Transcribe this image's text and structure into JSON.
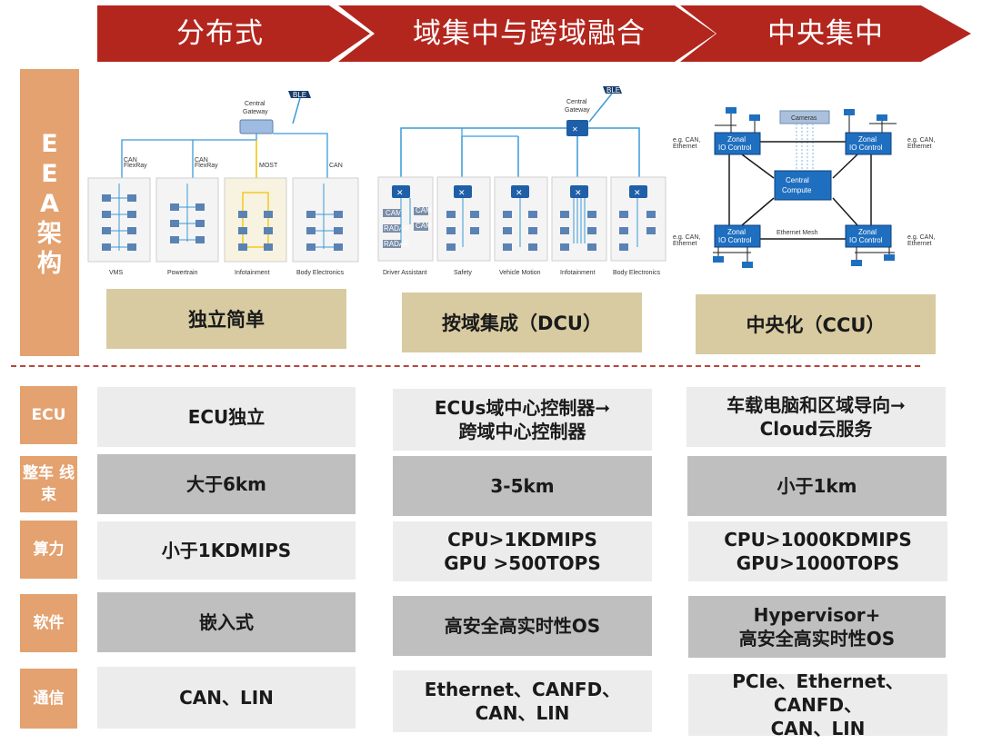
{
  "stages": [
    "分布式",
    "域集中与跨域融合",
    "中央集中"
  ],
  "eea_label": [
    "E",
    "E",
    "A",
    "架",
    "构"
  ],
  "architectures": [
    {
      "gateway": "Central\nGateway",
      "ble": "BLE",
      "bus_labels": [
        "CAN\nFlexRay",
        "CAN\nFlexRay",
        "MOST",
        "CAN"
      ],
      "domains": [
        "VMS",
        "Powertrain",
        "Infotainment",
        "Body Electronics"
      ]
    },
    {
      "gateway": "Central\nGateway",
      "ble": "BLE",
      "zones": [
        "Driver Assistant",
        "Safety",
        "Vehicle Motion",
        "Infotainment",
        "Body Electronics"
      ],
      "node_labels": [
        "CAM",
        "CAM",
        "RADAR",
        "CAM",
        "RADAR"
      ]
    },
    {
      "cameras": "Cameras",
      "central": "Central\nCompute",
      "zonal": "Zonal\nIO Control",
      "mesh": "Ethernet Mesh",
      "side_note": "e.g. CAN,\nEthernet"
    }
  ],
  "summaries": [
    "独立简单",
    "按域集成（DCU）",
    "中央化（CCU）"
  ],
  "rows": [
    {
      "label": "ECU",
      "cells": [
        "ECU独立",
        "ECUs域中心控制器➞\n跨域中心控制器",
        "车载电脑和区域导向➞\nCloud云服务"
      ]
    },
    {
      "label": "整车\n线束",
      "cells": [
        "大于6km",
        "3-5km",
        "小于1km"
      ]
    },
    {
      "label": "算力",
      "cells": [
        "小于1KDMIPS",
        "CPU>1KDMIPS\nGPU >500TOPS",
        "CPU>1000KDMIPS\nGPU>1000TOPS"
      ]
    },
    {
      "label": "软件",
      "cells": [
        "嵌入式",
        "高安全高实时性OS",
        "Hypervisor+\n高安全高实时性OS"
      ]
    },
    {
      "label": "通信",
      "cells": [
        "CAN、LIN",
        "Ethernet、CANFD、\nCAN、LIN",
        "PCIe、Ethernet、CANFD、\nCAN、LIN"
      ]
    }
  ],
  "colors": {
    "stage": "#b3261e",
    "side": "#e3a270",
    "beige": "#d8cba1",
    "cell_light": "#ececec",
    "cell_dark": "#bfbfbf",
    "bus_blue": "#3a9ad9",
    "bus_yellow": "#f2c200",
    "zonal": "#1f6fc0"
  }
}
